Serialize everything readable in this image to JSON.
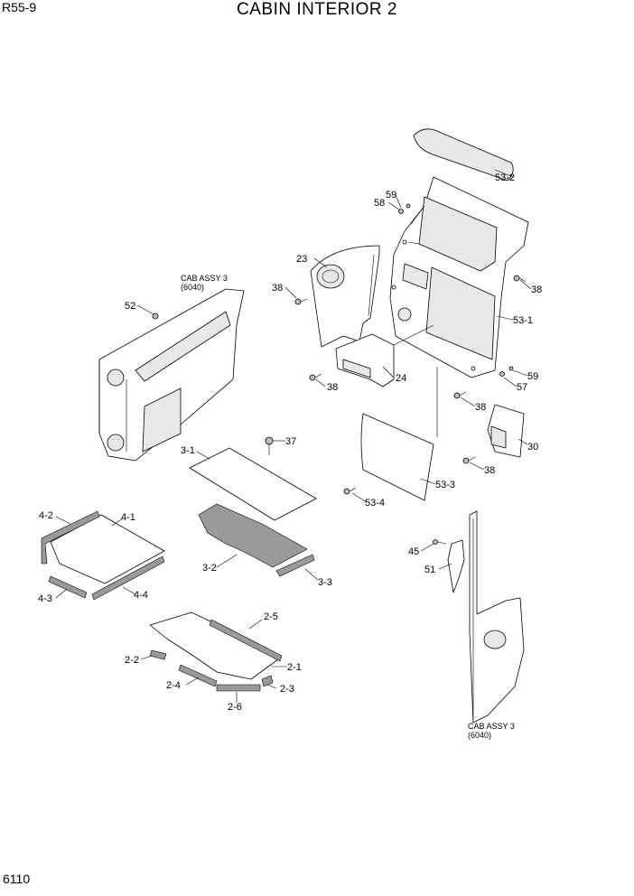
{
  "header": {
    "model": "R55-9",
    "title": "CABIN INTERIOR 2"
  },
  "footer": {
    "page_number": "6110"
  },
  "notes": {
    "cab_assy_line1": "CAB ASSY 3",
    "cab_assy_line2": "(6040)"
  },
  "callouts": [
    "53-2",
    "59",
    "58",
    "23",
    "38",
    "38",
    "53-1",
    "52",
    "24",
    "38",
    "59",
    "57",
    "38",
    "37",
    "30",
    "3-1",
    "38",
    "53-3",
    "53-4",
    "4-2",
    "4-1",
    "45",
    "51",
    "3-2",
    "3-3",
    "4-3",
    "4-4",
    "2-5",
    "2-2",
    "2-1",
    "2-4",
    "2-3",
    "2-6"
  ]
}
